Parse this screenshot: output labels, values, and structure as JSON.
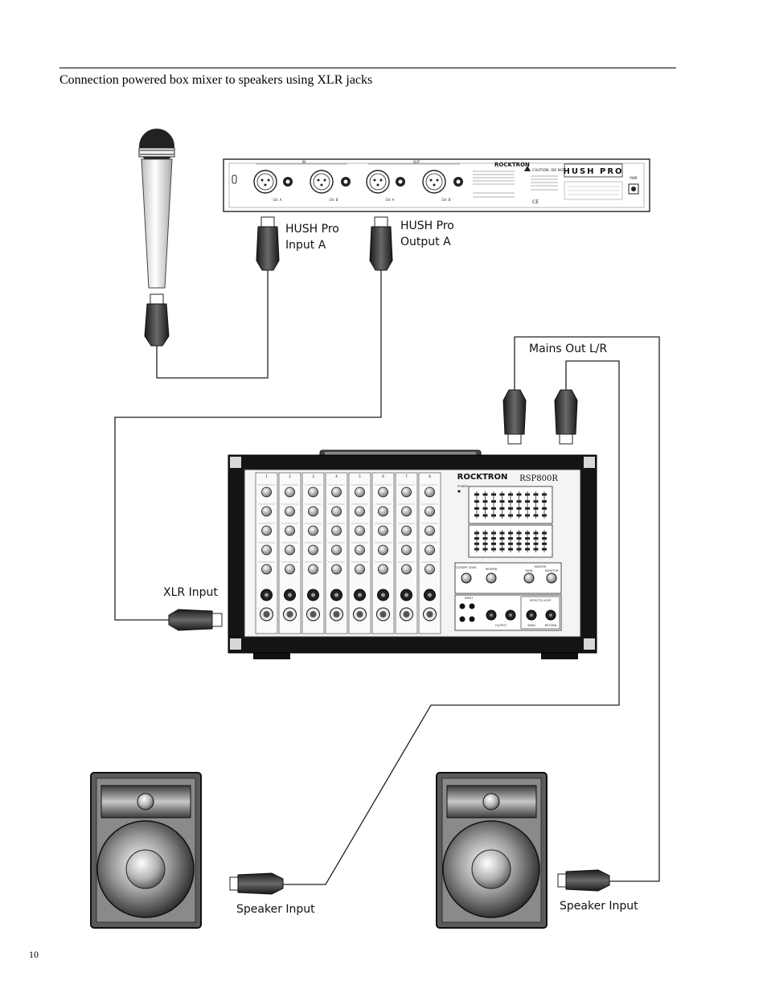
{
  "page": {
    "caption": "Connection powered box mixer to speakers using XLR jacks",
    "page_number": "10"
  },
  "labels": {
    "hush_input_line1": "HUSH Pro",
    "hush_input_line2": "Input A",
    "hush_output_line1": "HUSH Pro",
    "hush_output_line2": "Output A",
    "mains_out": "Mains Out L/R",
    "xlr_input": "XLR Input",
    "speaker_input_left": "Speaker Input",
    "speaker_input_right": "Speaker Input"
  },
  "hush_unit": {
    "brand": "ROCKTRON",
    "model": "HUSH PRO",
    "caution": "CAUTION: DO NOT REMOVE COVER",
    "ch_a_in": "CH. A",
    "ch_b_in": "CH. B",
    "ch_a_out": "CH. A",
    "ch_b_out": "CH. B",
    "in_label": "IN",
    "out_label": "OUT",
    "power_label": "PWR",
    "ce_mark": "CE"
  },
  "mixer": {
    "brand": "ROCKTRON",
    "model": "RSP800R",
    "channel_numbers": [
      "1",
      "2",
      "3",
      "4",
      "5",
      "6",
      "7",
      "8"
    ],
    "power_label": "POWER",
    "cd_tape_level": "CD/TAPE LEVEL",
    "reverb_label": "REVERB",
    "master_label": "MASTER",
    "main_label": "MAIN",
    "monitor_label": "MONITOR",
    "input_label": "INPUT",
    "output_label": "OUTPUT",
    "send_label": "SEND",
    "return_label": "RETURN",
    "effects_loop": "EFFECTS LOOP"
  },
  "colors": {
    "line": "#222222",
    "device_dark": "#141414",
    "panel_light": "#f4f4f4",
    "speaker_cabinet": "#5a5a5a"
  }
}
